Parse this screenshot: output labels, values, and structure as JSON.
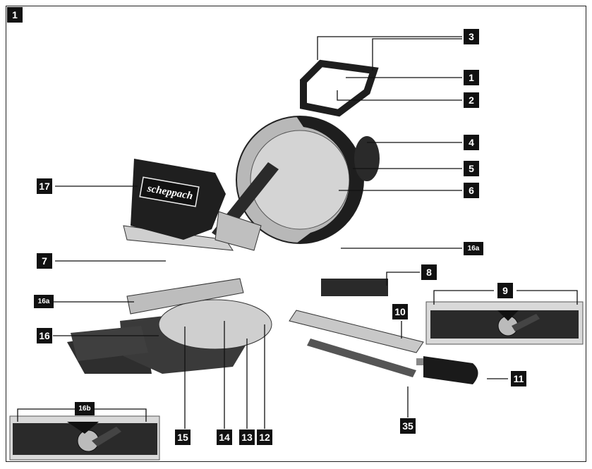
{
  "figure_number": "1",
  "brand_label": "scheppach",
  "callouts": {
    "c3": "3",
    "c1": "1",
    "c2": "2",
    "c4": "4",
    "c5": "5",
    "c6": "6",
    "c17": "17",
    "c7": "7",
    "c16a_right": "16a",
    "c8": "8",
    "c9": "9",
    "c16a_left": "16a",
    "c10": "10",
    "c16": "16",
    "c11": "11",
    "c16b": "16b",
    "c35": "35",
    "c15": "15",
    "c14": "14",
    "c13": "13",
    "c12": "12"
  },
  "colors": {
    "label_bg": "#111111",
    "label_text": "#ffffff",
    "line": "#111111"
  }
}
